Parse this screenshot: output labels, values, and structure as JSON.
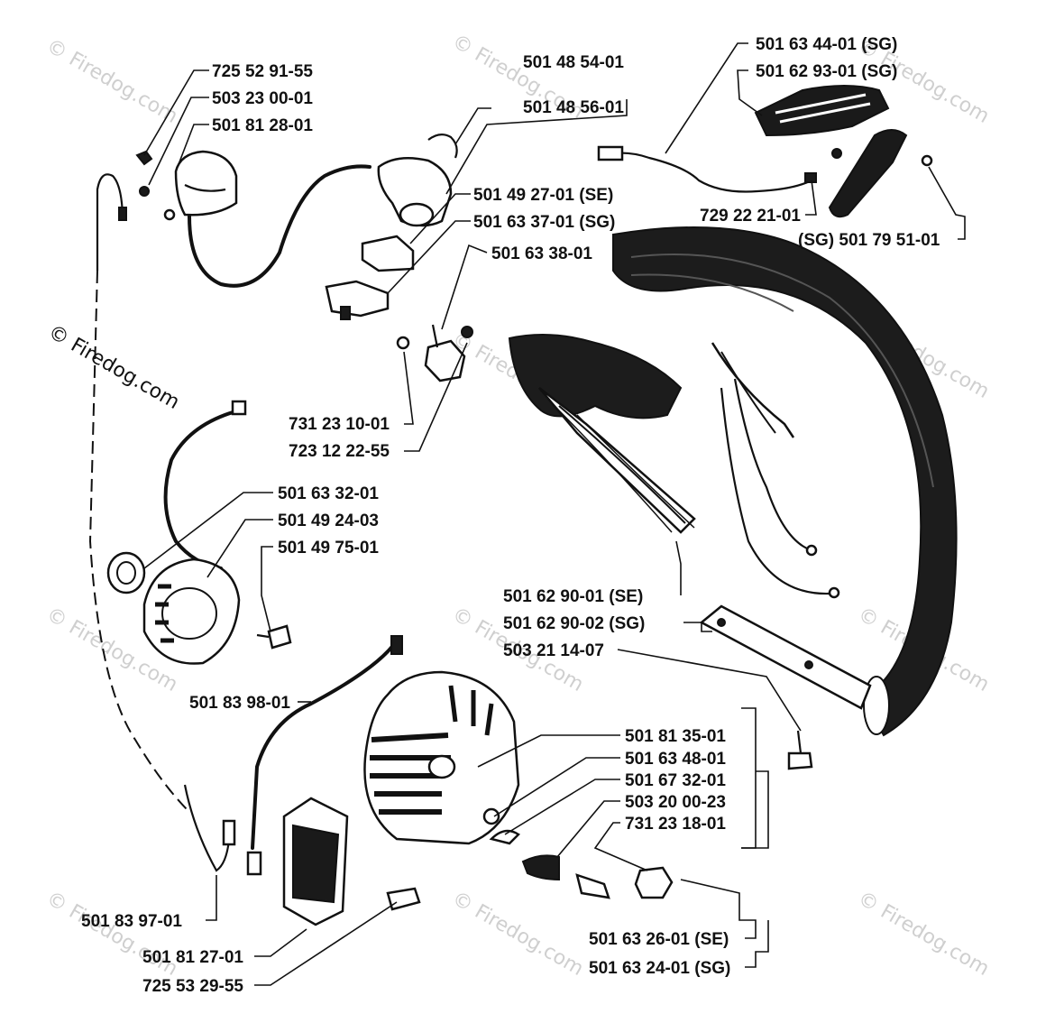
{
  "watermark": "© Firedog.com",
  "parts": {
    "p72552911": "725 52 91-55",
    "p50323000": "503 23 00-01",
    "p50181281": "501 81 28-01",
    "p50148541": "501 48 54-01",
    "p50148561": "501 48 56-01",
    "p50149271": "501 49 27-01 (SE)",
    "p50163371": "501 63 37-01 (SG)",
    "p50163381": "501 63 38-01",
    "p73123101": "731 23 10-01",
    "p72312225": "723 12 22-55",
    "p50163441": "501 63 44-01 (SG)",
    "p50162931": "501 62 93-01 (SG)",
    "p72922211": "729 22 21-01",
    "p50179511": "(SG) 501 79 51-01",
    "p50163321": "501 63 32-01",
    "p50149243": "501 49 24-03",
    "p50149751": "501 49 75-01",
    "p50162901": "501 62 90-01 (SE)",
    "p50162902": "501 62 90-02 (SG)",
    "p50321147": "503 21 14-07",
    "p50183981": "501 83 98-01",
    "p50181351": "501 81 35-01",
    "p50163481": "501 63 48-01",
    "p50167321": "501 67 32-01",
    "p50320023": "503 20 00-23",
    "p73123181": "731 23 18-01",
    "p50183971": "501 83 97-01",
    "p50181271": "501 81 27-01",
    "p72553295": "725 53 29-55",
    "p50163261": "501 63 26-01 (SE)",
    "p50163241": "501 63 24-01 (SG)"
  }
}
